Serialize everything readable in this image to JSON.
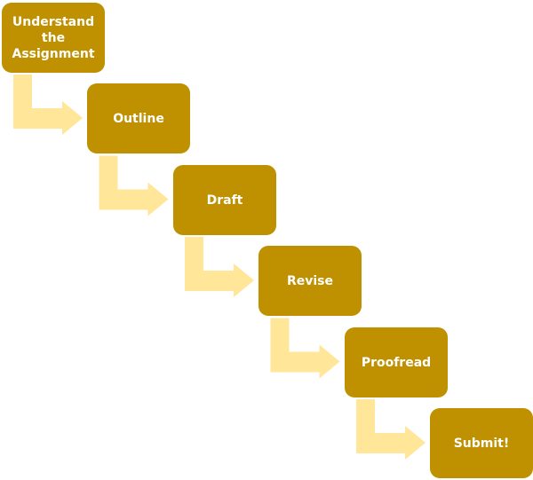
{
  "diagram": {
    "type": "step-flow",
    "colors": {
      "box": "#bf9000",
      "arrow": "#ffe699",
      "text": "#ffffff"
    },
    "steps": [
      {
        "label": "Understand the Assignment",
        "lines": [
          "Understand",
          "the",
          "Assignment"
        ]
      },
      {
        "label": "Outline"
      },
      {
        "label": "Draft"
      },
      {
        "label": "Revise"
      },
      {
        "label": "Proofread"
      },
      {
        "label": "Submit!"
      }
    ]
  }
}
